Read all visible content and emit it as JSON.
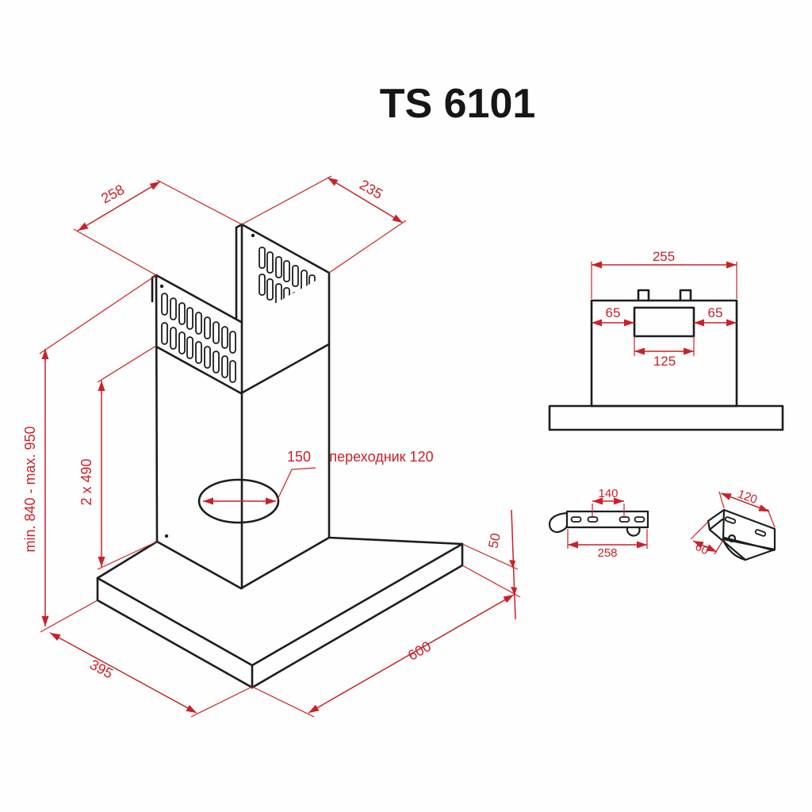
{
  "title": "TS 6101",
  "colors": {
    "line": "#1d1d1d",
    "dimension": "#cc2026",
    "background": "#ffffff"
  },
  "isometric_view": {
    "description": "chimney cooker hood, isometric projection",
    "dimensions": {
      "top_depth_left": "258",
      "top_depth_right": "235",
      "mounting_height_range": "min. 840 - max. 950",
      "duct_sections_height": "2 x 490",
      "flue_hole_diameter": "150",
      "adapter_label": "переходник 120",
      "base_thickness": "50",
      "base_depth": "395",
      "base_width": "600"
    }
  },
  "front_view": {
    "description": "chimney duct front view on hood body",
    "dimensions": {
      "duct_width": "255",
      "outlet_offset_left": "65",
      "outlet_offset_right": "65",
      "outlet_width": "125"
    }
  },
  "wall_bracket_view": {
    "description": "wall mounting bracket, top view",
    "dimensions": {
      "hole_spacing": "140",
      "bracket_length": "258"
    }
  },
  "corner_bracket_view": {
    "description": "mounting bracket, isometric view",
    "dimensions": {
      "bracket_width": "120",
      "bracket_depth": "60"
    }
  }
}
